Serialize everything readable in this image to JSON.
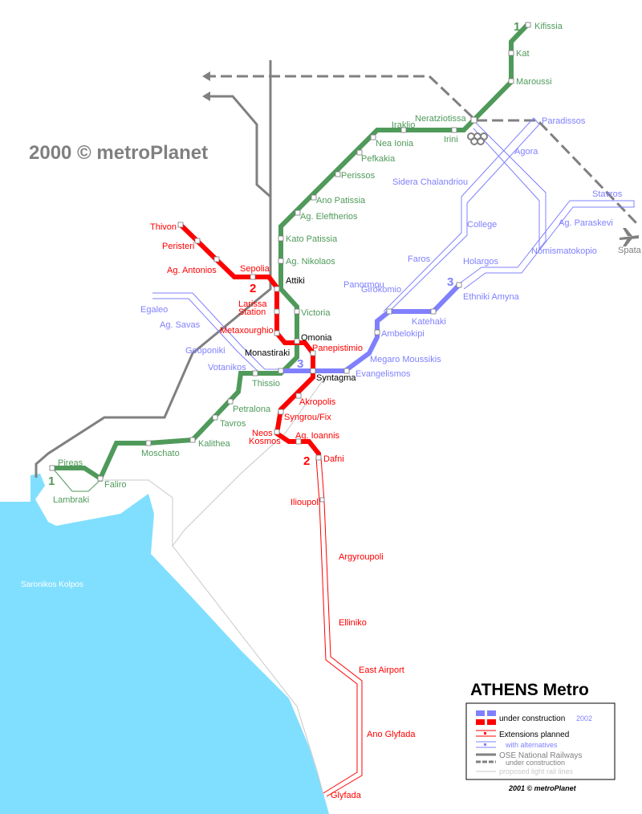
{
  "title": "ATHENS Metro",
  "watermark": "2000 © metroPlanet",
  "credit": "2001 © metroPlanet",
  "sea_label": "Saronikos Kolpos",
  "airport_label": "Spata",
  "line_numbers": {
    "line1": "1",
    "line2": "2",
    "line3": "3"
  },
  "colors": {
    "line1": "#4f9a5a",
    "line2": "#ff0000",
    "line3": "#8080ff",
    "rail": "#808080",
    "sea": "#80dfff"
  },
  "line1_stations": [
    "Kifissia",
    "Kat",
    "Maroussi",
    "Neratziotissa",
    "Irini",
    "Iraklio",
    "Nea Ionia",
    "Pefkakia",
    "Perissos",
    "Ano Patissia",
    "Ag. Eleftherios",
    "Kato Patissia",
    "Ag. Nikolaos",
    "Victoria",
    "Thissio",
    "Petralona",
    "Tavros",
    "Kalithea",
    "Moschato",
    "Faliro",
    "Pireas",
    "Lambraki"
  ],
  "line2_stations": [
    "Thivon",
    "Peristeri",
    "Ag. Antonios",
    "Sepolia",
    "Larissa Station",
    "Metaxourghio",
    "Panepistimio",
    "Akropolis",
    "Syngrou/Fix",
    "Neos Kosmos",
    "Ag. Ioannis",
    "Dafni",
    "Ilioupoli",
    "Argyroupoli",
    "Elliniko",
    "East Airport",
    "Ano Glyfada",
    "Glyfada"
  ],
  "line3_stations": [
    "Paradissos",
    "Agora",
    "Sidera Chalandriou",
    "College",
    "Faros",
    "Girokomio",
    "Panormou",
    "Ambelokipi",
    "Megaro Moussikis",
    "Evangelismos",
    "Katehaki",
    "Ethniki Amyna",
    "Holargos",
    "Nomismatokopio",
    "Ag. Paraskevi",
    "Stavros",
    "Egaleo",
    "Ag. Savas",
    "Geoponiki",
    "Votanikos"
  ],
  "interchanges": [
    "Attiki",
    "Omonia",
    "Monastiraki",
    "Syntagma"
  ],
  "legend": {
    "under_construction": "under construction",
    "year": "2002",
    "extensions": "Extensions planned",
    "alternatives": "with alternatives",
    "ose": "OSE National Railways",
    "ose_construction": "under construction",
    "light_rail": "proposed light rail lines"
  }
}
